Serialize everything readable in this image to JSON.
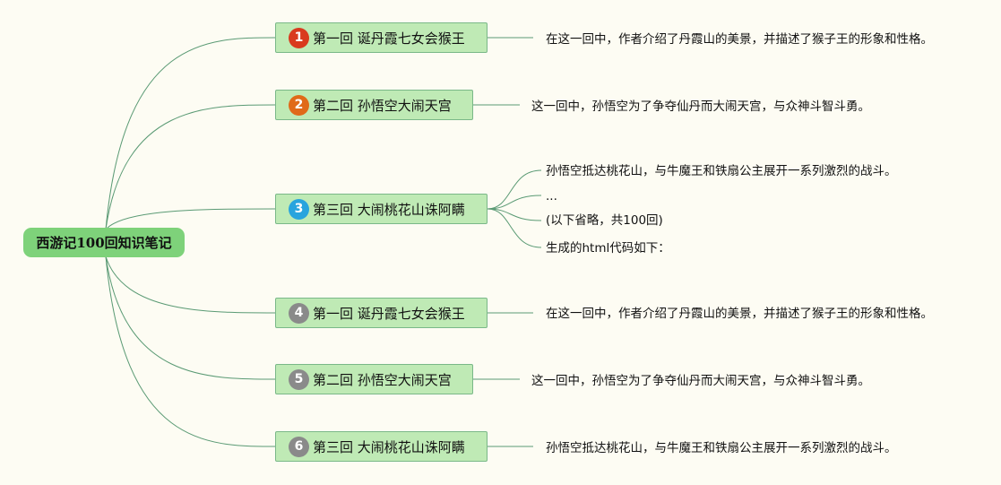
{
  "root": {
    "label": "西游记100回知识笔记"
  },
  "branches": [
    {
      "number": "1",
      "title": "第一回 诞丹霞七女会猴王",
      "badge_color": "#d93a1e",
      "notes": [
        "在这一回中，作者介绍了丹霞山的美景，并描述了猴子王的形象和性格。"
      ]
    },
    {
      "number": "2",
      "title": "第二回 孙悟空大闹天宫",
      "badge_color": "#e06a19",
      "notes": [
        "这一回中，孙悟空为了争夺仙丹而大闹天宫，与众神斗智斗勇。"
      ]
    },
    {
      "number": "3",
      "title": "第三回 大闹桃花山诛阿瞒",
      "badge_color": "#28a4de",
      "notes": [
        "孙悟空抵达桃花山，与牛魔王和铁扇公主展开一系列激烈的战斗。",
        "...",
        "(以下省略，共100回)",
        "生成的html代码如下："
      ]
    },
    {
      "number": "4",
      "title": "第一回 诞丹霞七女会猴王",
      "badge_color": "#8a8a8a",
      "notes": [
        "在这一回中，作者介绍了丹霞山的美景，并描述了猴子王的形象和性格。"
      ]
    },
    {
      "number": "5",
      "title": "第二回 孙悟空大闹天宫",
      "badge_color": "#8a8a8a",
      "notes": [
        "这一回中，孙悟空为了争夺仙丹而大闹天宫，与众神斗智斗勇。"
      ]
    },
    {
      "number": "6",
      "title": "第三回 大闹桃花山诛阿瞒",
      "badge_color": "#8a8a8a",
      "notes": [
        "孙悟空抵达桃花山，与牛魔王和铁扇公主展开一系列激烈的战斗。"
      ]
    }
  ],
  "colors": {
    "link": "#5a9a74",
    "root_fill": "#7ed27a",
    "branch_fill": "#bfeab5"
  }
}
